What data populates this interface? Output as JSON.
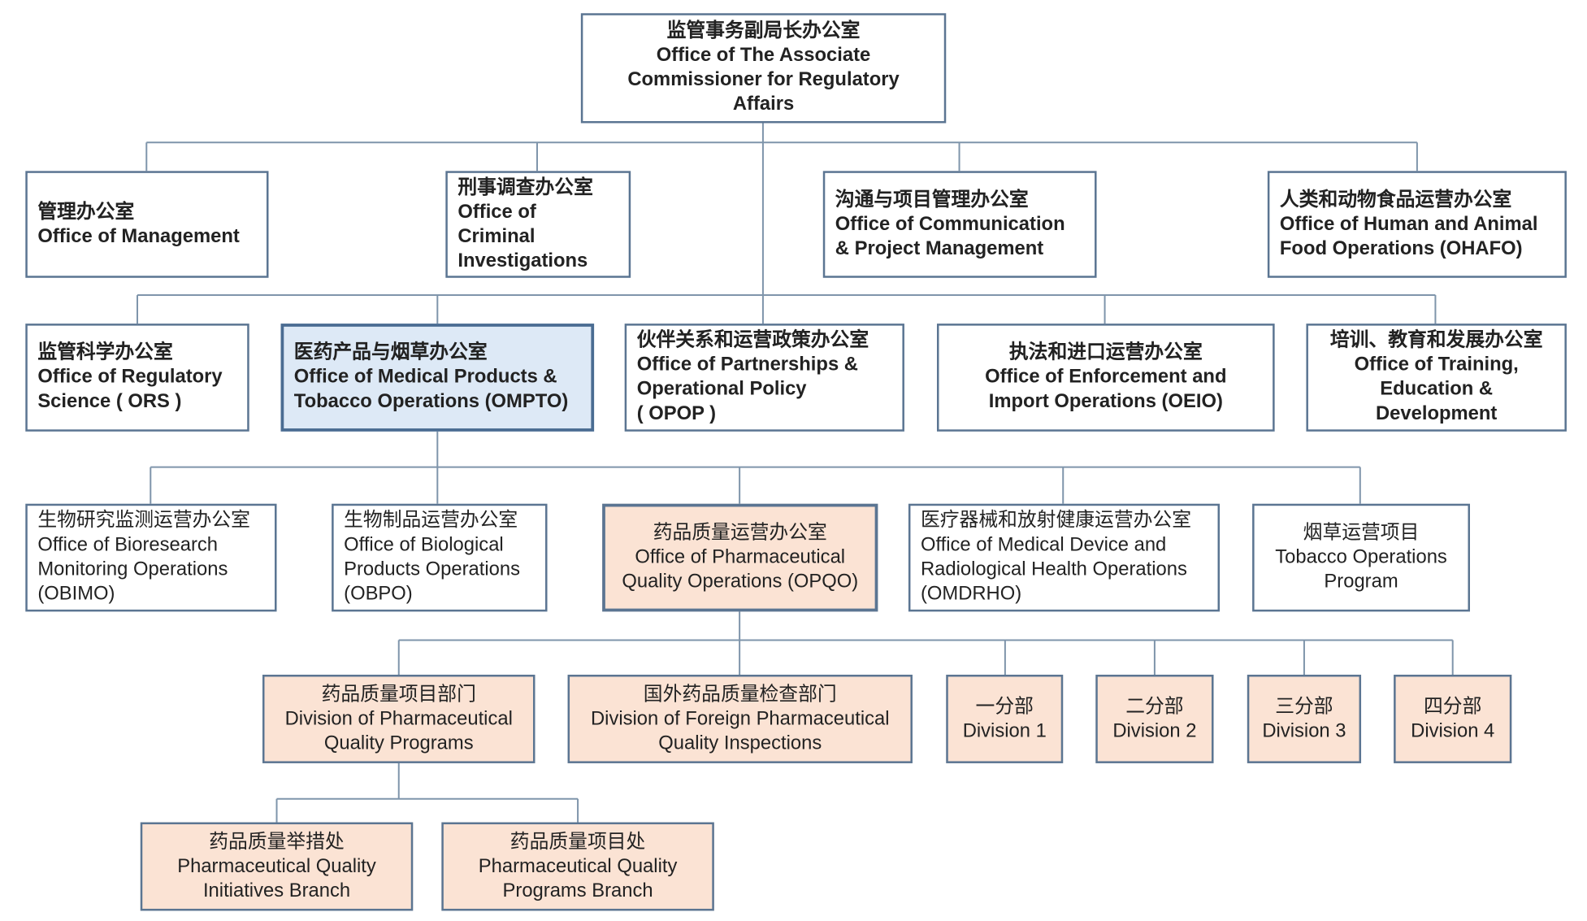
{
  "root": {
    "zh": "监管事务副局长办公室",
    "en": "Office of The Associate\nCommissioner for Regulatory\nAffairs"
  },
  "level1": [
    {
      "zh": "管理办公室",
      "en": "Office of Management"
    },
    {
      "zh": "刑事调查办公室",
      "en": "Office of\nCriminal\nInvestigations"
    },
    {
      "zh": "沟通与项目管理办公室",
      "en": "Office of Communication\n& Project Management"
    },
    {
      "zh": "人类和动物食品运营办公室",
      "en": "Office of Human and Animal\nFood Operations (OHAFO)"
    }
  ],
  "level2": [
    {
      "zh": "监管科学办公室",
      "en": "Office of Regulatory\nScience ( ORS )"
    },
    {
      "zh": "医药产品与烟草办公室",
      "en": "Office of Medical Products &\nTobacco Operations (OMPTO)"
    },
    {
      "zh": "伙伴关系和运营政策办公室",
      "en": "Office of Partnerships &\nOperational Policy\n( OPOP )"
    },
    {
      "zh": "执法和进口运营办公室",
      "en": "Office of Enforcement and\nImport Operations (OEIO)"
    },
    {
      "zh": "培训、教育和发展办公室",
      "en": "Office of Training,\nEducation &\nDevelopment"
    }
  ],
  "level3": [
    {
      "zh": "生物研究监测运营办公室",
      "en": "Office of Bioresearch\nMonitoring Operations\n(OBIMO)"
    },
    {
      "zh": "生物制品运营办公室",
      "en": "Office of Biological\nProducts Operations\n(OBPO)"
    },
    {
      "zh": "药品质量运营办公室",
      "en": "Office of Pharmaceutical\nQuality Operations (OPQO)"
    },
    {
      "zh": "医疗器械和放射健康运营办公室",
      "en": "Office of Medical Device and\nRadiological Health Operations\n(OMDRHO)"
    },
    {
      "zh": "烟草运营项目",
      "en": "Tobacco Operations\nProgram"
    }
  ],
  "level4": [
    {
      "zh": "药品质量项目部门",
      "en": "Division of Pharmaceutical\nQuality Programs"
    },
    {
      "zh": "国外药品质量检查部门",
      "en": "Division of Foreign Pharmaceutical\nQuality Inspections"
    },
    {
      "zh": "一分部",
      "en": "Division 1"
    },
    {
      "zh": "二分部",
      "en": "Division 2"
    },
    {
      "zh": "三分部",
      "en": "Division 3"
    },
    {
      "zh": "四分部",
      "en": "Division 4"
    }
  ],
  "level5": [
    {
      "zh": "药品质量举措处",
      "en": "Pharmaceutical Quality\nInitiatives Branch"
    },
    {
      "zh": "药品质量项目处",
      "en": "Pharmaceutical Quality\nPrograms Branch"
    }
  ],
  "colors": {
    "line": "#7f95ab",
    "border": "#5b7592",
    "highlight_blue": "#dde9f6",
    "highlight_peach": "#fbe3d4"
  }
}
